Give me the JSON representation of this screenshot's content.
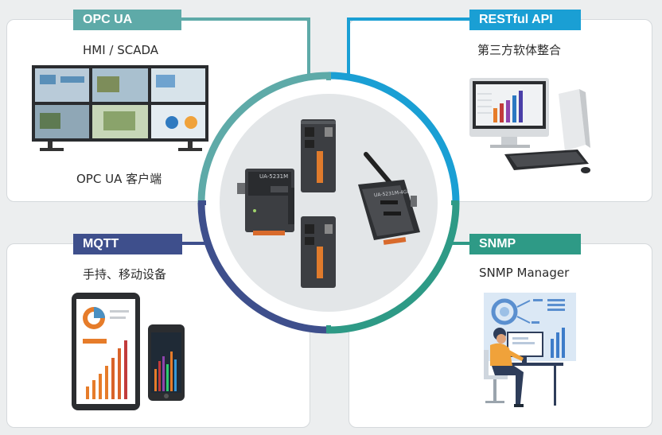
{
  "colors": {
    "opcua": "#5eaaa8",
    "restful": "#1a9fd4",
    "mqtt": "#3e4f8c",
    "snmp": "#2e9a86"
  },
  "opcua": {
    "badge": "OPC UA",
    "top_label": "HMI / SCADA",
    "bottom_label": "OPC UA 客户端"
  },
  "restful": {
    "badge": "RESTful API",
    "label": "第三方软体整合"
  },
  "mqtt": {
    "badge": "MQTT",
    "label": "手持、移动设备"
  },
  "snmp": {
    "badge": "SNMP",
    "label": "SNMP Manager"
  },
  "devices": {
    "label_a": "UA-5231M",
    "label_b": "UA-5231M-4GE"
  }
}
